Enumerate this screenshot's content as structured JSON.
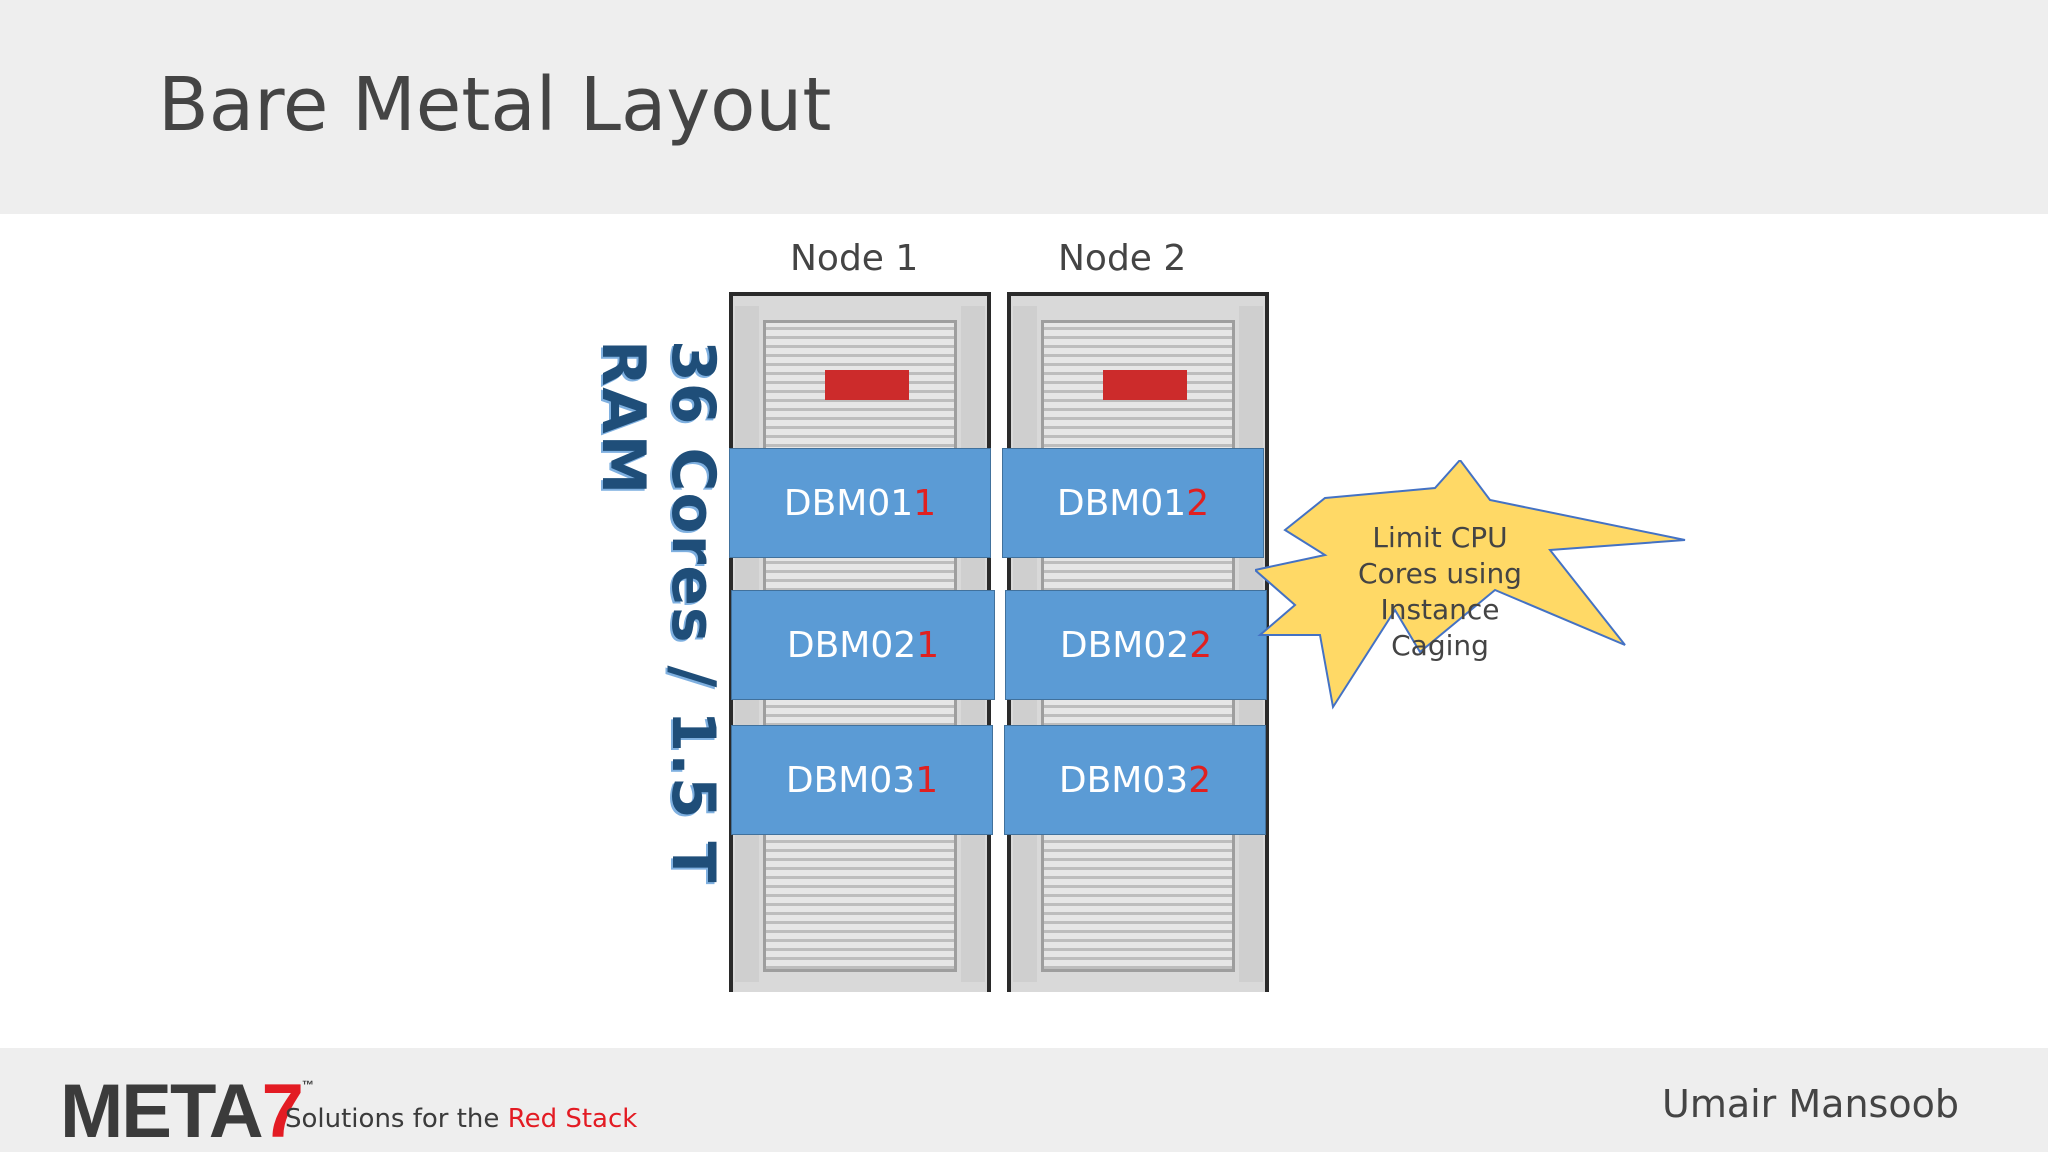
{
  "slide": {
    "title": "Bare Metal Layout",
    "author": "Umair Mansoob"
  },
  "logo": {
    "wordmark_prefix": "META",
    "wordmark_suffix": "7",
    "trademark": "™",
    "tagline_prefix": "Solutions for the ",
    "tagline_highlight": "Red Stack"
  },
  "diagram": {
    "resources_label": "36 Cores / 1.5 T RAM",
    "nodes": [
      {
        "label": "Node 1",
        "databases": [
          {
            "prefix": "DBM01",
            "suffix": "1"
          },
          {
            "prefix": "DBM02",
            "suffix": "1"
          },
          {
            "prefix": "DBM03",
            "suffix": "1"
          }
        ]
      },
      {
        "label": "Node 2",
        "databases": [
          {
            "prefix": "DBM01",
            "suffix": "2"
          },
          {
            "prefix": "DBM02",
            "suffix": "2"
          },
          {
            "prefix": "DBM03",
            "suffix": "2"
          }
        ]
      }
    ],
    "callout": [
      "Limit CPU",
      "Cores using",
      "Instance",
      "Caging"
    ]
  },
  "colors": {
    "db_box_fill": "#5b9bd5",
    "suffix_red": "#e02020",
    "callout_fill": "#ffd966",
    "callout_stroke": "#4472c4",
    "brand_red": "#e31b23"
  }
}
